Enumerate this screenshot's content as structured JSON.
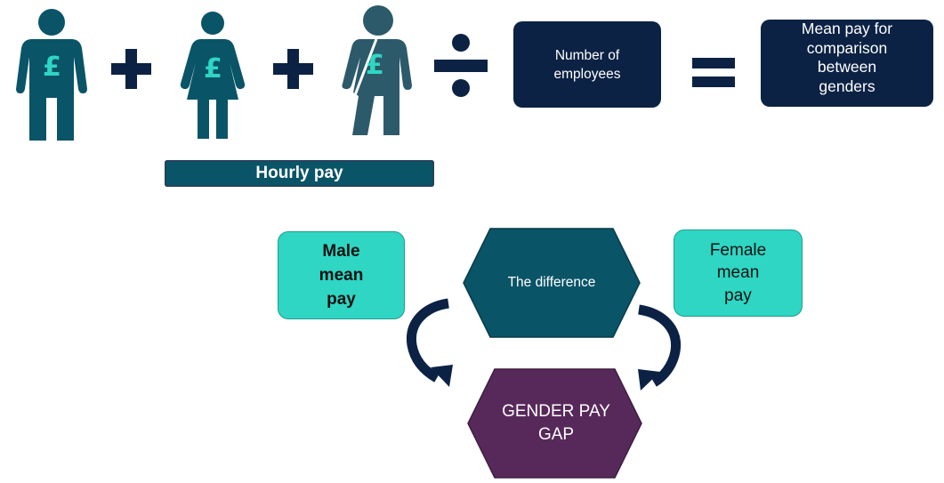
{
  "top_equation": {
    "pound_symbol": "£",
    "divisor_label": "Number of employees",
    "result_label": "Mean pay for comparison between genders",
    "bracket_label": "Hourly pay"
  },
  "gender_gap": {
    "male_label": "Male mean pay",
    "female_label": "Female mean pay",
    "difference_label": "The difference",
    "result_label": "GENDER PAY GAP"
  },
  "colors": {
    "teal_dark": "#0a5467",
    "navy": "#0c2244",
    "mint": "#2ed6c3",
    "purple": "#57295a",
    "slate": "#2c5a6a"
  },
  "icons": [
    "male-figure-icon",
    "female-figure-icon",
    "non-binary-figure-icon",
    "plus-icon",
    "divide-icon",
    "equals-icon",
    "curved-arrow-icon"
  ]
}
